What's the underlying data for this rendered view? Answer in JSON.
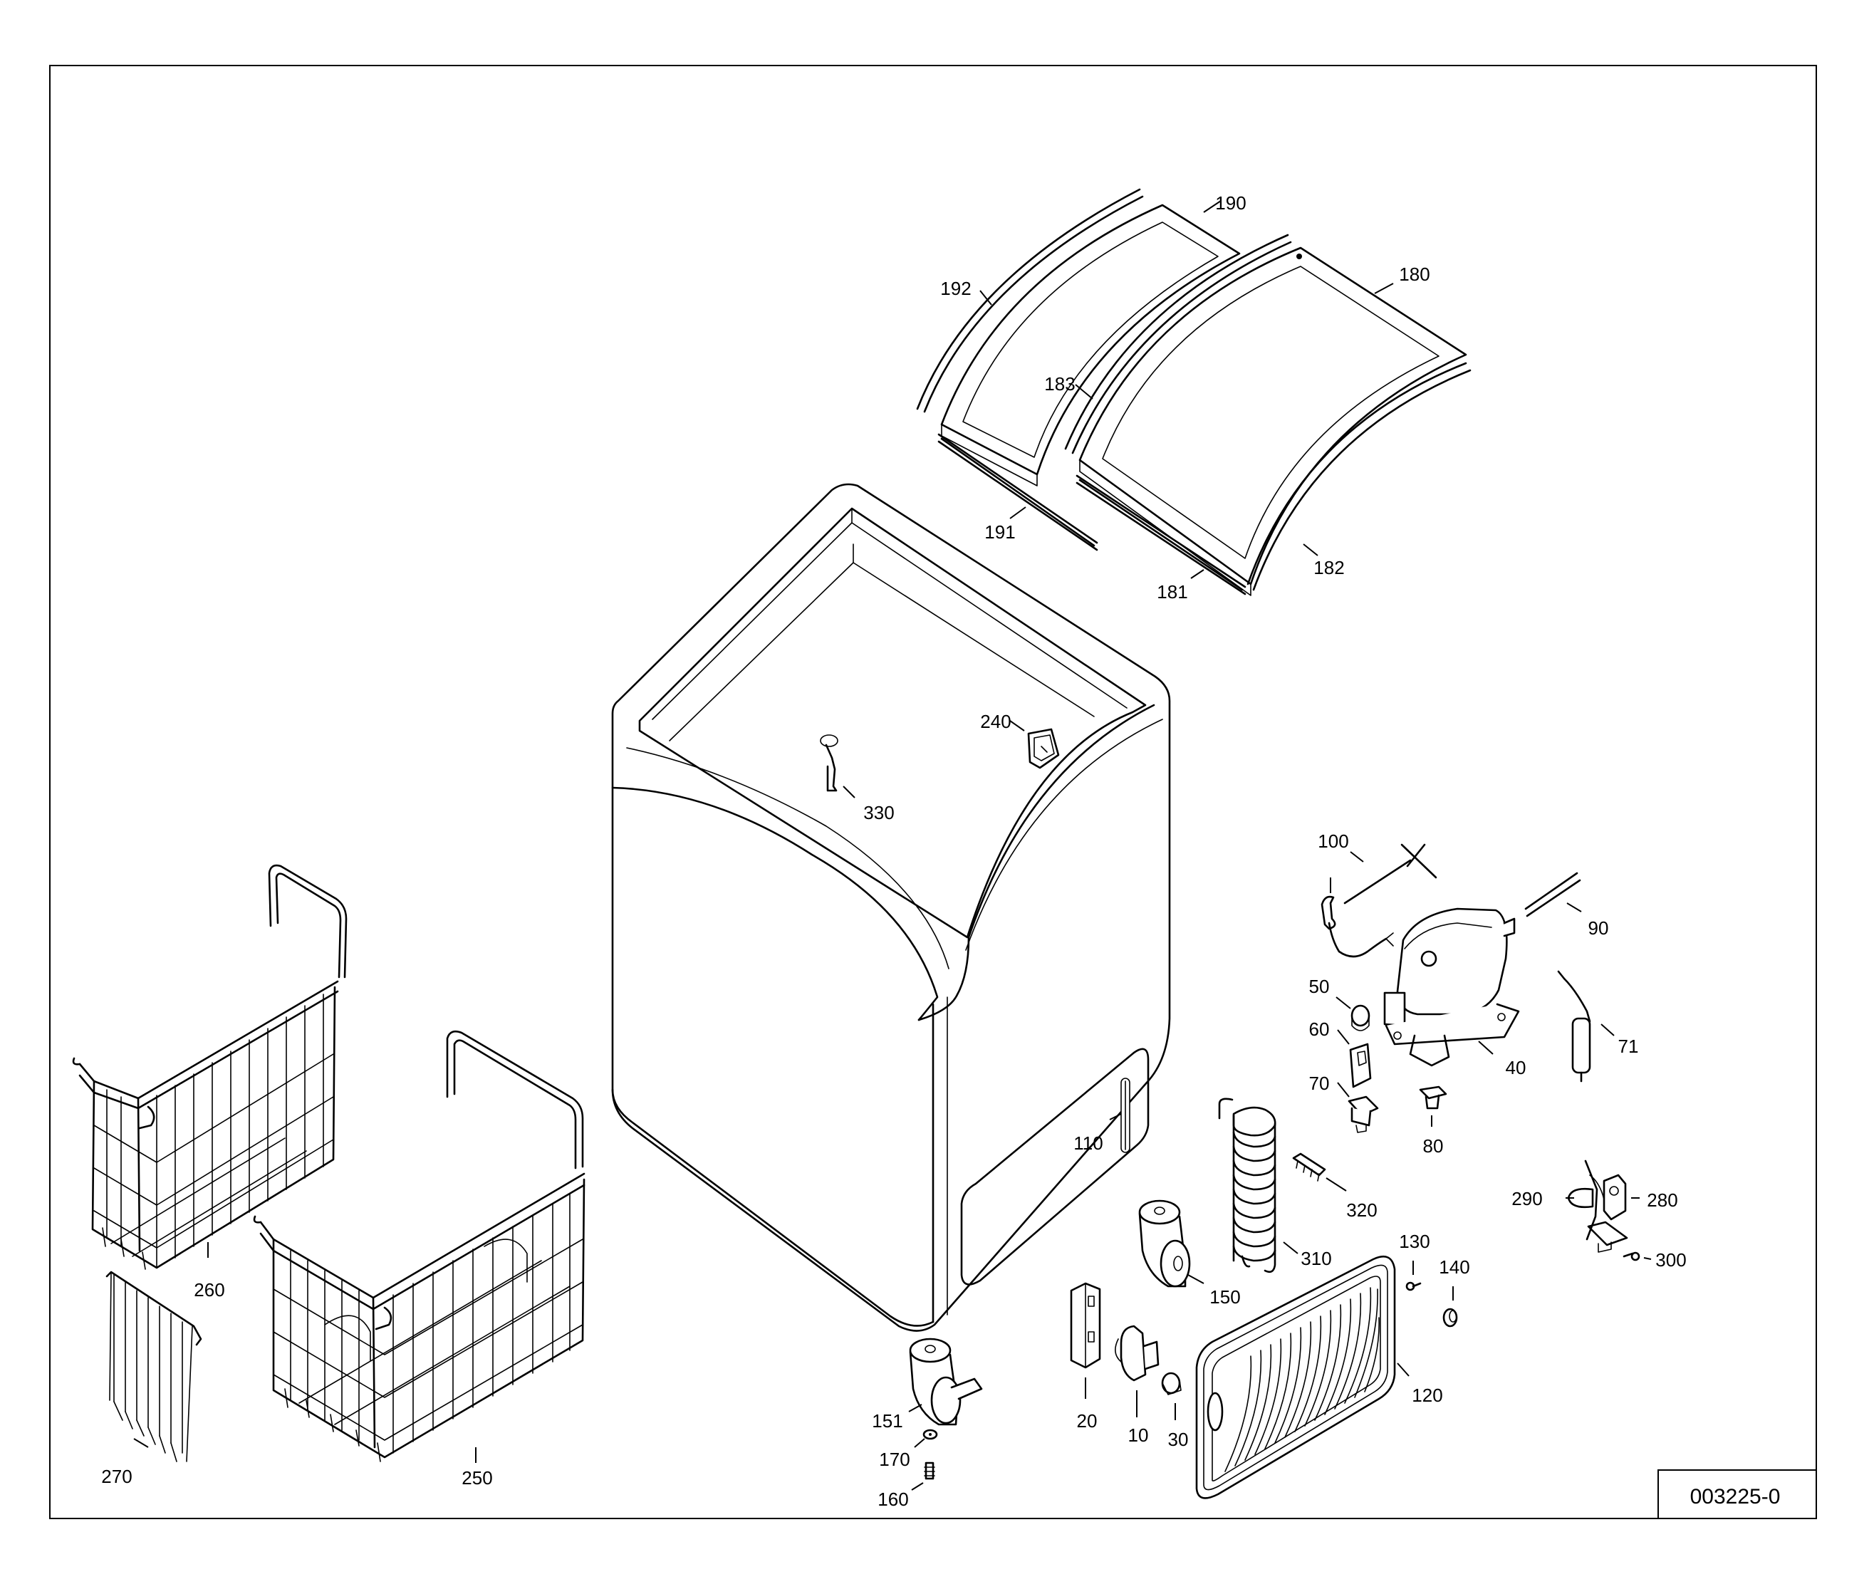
{
  "drawing_number": "003225-0",
  "parts": [
    {
      "id": "p190",
      "label": "190",
      "icon": "lid-glass-frame-rear"
    },
    {
      "id": "p192",
      "label": "192",
      "icon": "lid-rail-rear"
    },
    {
      "id": "p180",
      "label": "180",
      "icon": "lid-glass-frame-front"
    },
    {
      "id": "p183",
      "label": "183",
      "icon": "lid-rail-inner"
    },
    {
      "id": "p191",
      "label": "191",
      "icon": "lid-seal-rear"
    },
    {
      "id": "p181",
      "label": "181",
      "icon": "lid-seal-front"
    },
    {
      "id": "p182",
      "label": "182",
      "icon": "lid-rail-front"
    },
    {
      "id": "p240",
      "label": "240",
      "icon": "thermostat-plate"
    },
    {
      "id": "p330",
      "label": "330",
      "icon": "drain-plug"
    },
    {
      "id": "p100",
      "label": "100",
      "icon": "power-cord"
    },
    {
      "id": "p90",
      "label": "90",
      "icon": "capillary-tube"
    },
    {
      "id": "p50",
      "label": "50",
      "icon": "grommet"
    },
    {
      "id": "p60",
      "label": "60",
      "icon": "relay"
    },
    {
      "id": "p70",
      "label": "70",
      "icon": "overload-protector"
    },
    {
      "id": "p40",
      "label": "40",
      "icon": "compressor"
    },
    {
      "id": "p71",
      "label": "71",
      "icon": "filter-drier"
    },
    {
      "id": "p80",
      "label": "80",
      "icon": "compressor-foot"
    },
    {
      "id": "p110",
      "label": "110",
      "icon": "side-handle"
    },
    {
      "id": "p320",
      "label": "320",
      "icon": "clip-bracket"
    },
    {
      "id": "p290",
      "label": "290",
      "icon": "fan-blade"
    },
    {
      "id": "p280",
      "label": "280",
      "icon": "fan-motor"
    },
    {
      "id": "p300",
      "label": "300",
      "icon": "screw"
    },
    {
      "id": "p310",
      "label": "310",
      "icon": "condenser-coil"
    },
    {
      "id": "p150",
      "label": "150",
      "icon": "castor-wheel"
    },
    {
      "id": "p130",
      "label": "130",
      "icon": "screw"
    },
    {
      "id": "p140",
      "label": "140",
      "icon": "cap"
    },
    {
      "id": "p260",
      "label": "260",
      "icon": "wire-basket-small"
    },
    {
      "id": "p270",
      "label": "270",
      "icon": "basket-divider"
    },
    {
      "id": "p250",
      "label": "250",
      "icon": "wire-basket-large"
    },
    {
      "id": "p151",
      "label": "151",
      "icon": "castor-wheel-brake"
    },
    {
      "id": "p170",
      "label": "170",
      "icon": "washer"
    },
    {
      "id": "p160",
      "label": "160",
      "icon": "screw"
    },
    {
      "id": "p20",
      "label": "20",
      "icon": "switch-housing"
    },
    {
      "id": "p10",
      "label": "10",
      "icon": "thermostat"
    },
    {
      "id": "p30",
      "label": "30",
      "icon": "thermostat-knob"
    },
    {
      "id": "p120",
      "label": "120",
      "icon": "ventilation-grille"
    }
  ]
}
